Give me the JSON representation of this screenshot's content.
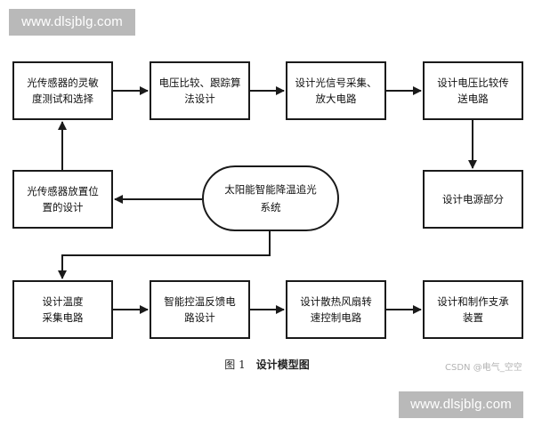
{
  "watermark": "www.dlsjblg.com",
  "nodes": {
    "select_sensor": [
      "光传感器的灵敏",
      "度测试和选择"
    ],
    "voltage_compare": [
      "电压比较、跟踪算",
      "法设计"
    ],
    "light_signal": [
      "设计光信号采集、",
      "放大电路"
    ],
    "voltage_compare_circuit": [
      "设计电压比较传",
      "送电路"
    ],
    "power_supply": [
      "设计电源部分"
    ],
    "sensor_placement": [
      "光传感器放置位",
      "置的设计"
    ],
    "center": [
      "太阳能智能降温",
      "追光系统"
    ],
    "temp_collect": [
      "设计温度",
      "采集电路"
    ],
    "smart_temp": [
      "智能控温反馈电",
      "路设计"
    ],
    "fan_speed": [
      "设计散热风扇转",
      "速控制电路"
    ],
    "support": [
      "设计和制作支承",
      "装置"
    ]
  },
  "caption": {
    "label": "图 1",
    "title": "设计模型图"
  },
  "credit": "CSDN @电气_空空"
}
